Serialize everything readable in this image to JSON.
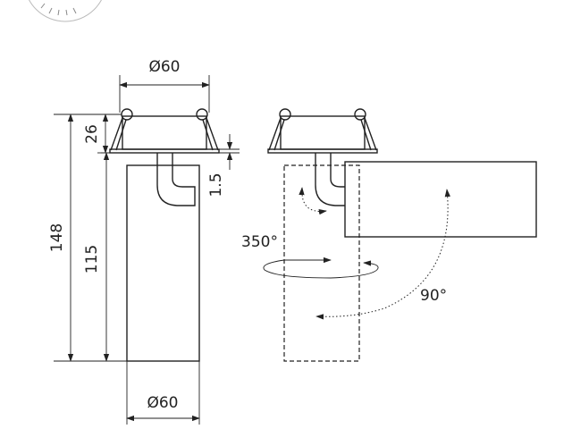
{
  "diagram": {
    "dimensions": {
      "top_diameter": "Ø60",
      "bottom_diameter": "Ø60",
      "total_height": "148",
      "body_height": "115",
      "trim_height": "26",
      "flange_thickness": "1.5"
    },
    "rotations": {
      "horizontal": "350°",
      "vertical": "90°"
    },
    "colors": {
      "line": "#222222",
      "background": "#ffffff"
    }
  }
}
